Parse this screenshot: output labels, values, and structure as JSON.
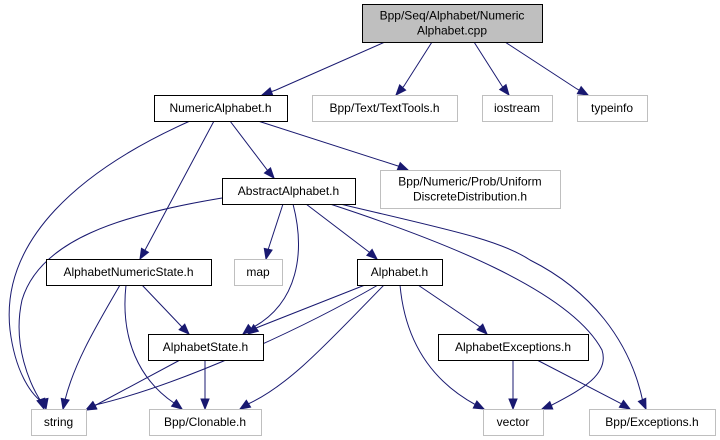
{
  "diagram": {
    "type": "include-dependency-graph",
    "colors": {
      "edge": "#191970",
      "main_node_fill": "#bfbfbf",
      "local_node_border": "#000000",
      "external_node_border": "#bfbfbf"
    },
    "nodes": [
      {
        "id": "main",
        "kind": "main",
        "lines": [
          "Bpp/Seq/Alphabet/Numeric",
          "Alphabet.cpp"
        ]
      },
      {
        "id": "numericalphabet",
        "kind": "local",
        "lines": [
          "NumericAlphabet.h"
        ]
      },
      {
        "id": "texttools",
        "kind": "external",
        "lines": [
          "Bpp/Text/TextTools.h"
        ]
      },
      {
        "id": "iostream",
        "kind": "external",
        "lines": [
          "iostream"
        ]
      },
      {
        "id": "typeinfo",
        "kind": "external",
        "lines": [
          "typeinfo"
        ]
      },
      {
        "id": "abstractalphabet",
        "kind": "local",
        "lines": [
          "AbstractAlphabet.h"
        ]
      },
      {
        "id": "uniform",
        "kind": "external",
        "lines": [
          "Bpp/Numeric/Prob/Uniform",
          "DiscreteDistribution.h"
        ]
      },
      {
        "id": "alphabetnumericstate",
        "kind": "local",
        "lines": [
          "AlphabetNumericState.h"
        ]
      },
      {
        "id": "map",
        "kind": "external",
        "lines": [
          "map"
        ]
      },
      {
        "id": "alphabet",
        "kind": "local",
        "lines": [
          "Alphabet.h"
        ]
      },
      {
        "id": "alphabetstate",
        "kind": "local",
        "lines": [
          "AlphabetState.h"
        ]
      },
      {
        "id": "alphabetexceptions",
        "kind": "local",
        "lines": [
          "AlphabetExceptions.h"
        ]
      },
      {
        "id": "string",
        "kind": "external",
        "lines": [
          "string"
        ]
      },
      {
        "id": "clonable",
        "kind": "external",
        "lines": [
          "Bpp/Clonable.h"
        ]
      },
      {
        "id": "vector",
        "kind": "external",
        "lines": [
          "vector"
        ]
      },
      {
        "id": "exceptions",
        "kind": "external",
        "lines": [
          "Bpp/Exceptions.h"
        ]
      }
    ],
    "edges": [
      {
        "from": "main",
        "to": "numericalphabet"
      },
      {
        "from": "main",
        "to": "texttools"
      },
      {
        "from": "main",
        "to": "iostream"
      },
      {
        "from": "main",
        "to": "typeinfo"
      },
      {
        "from": "numericalphabet",
        "to": "string"
      },
      {
        "from": "numericalphabet",
        "to": "alphabetnumericstate"
      },
      {
        "from": "numericalphabet",
        "to": "abstractalphabet"
      },
      {
        "from": "numericalphabet",
        "to": "uniform"
      },
      {
        "from": "abstractalphabet",
        "to": "string"
      },
      {
        "from": "abstractalphabet",
        "to": "map"
      },
      {
        "from": "abstractalphabet",
        "to": "alphabetstate"
      },
      {
        "from": "abstractalphabet",
        "to": "alphabet"
      },
      {
        "from": "abstractalphabet",
        "to": "vector"
      },
      {
        "from": "abstractalphabet",
        "to": "exceptions"
      },
      {
        "from": "alphabetnumericstate",
        "to": "string"
      },
      {
        "from": "alphabetnumericstate",
        "to": "clonable"
      },
      {
        "from": "alphabetnumericstate",
        "to": "alphabetstate"
      },
      {
        "from": "alphabet",
        "to": "alphabetstate"
      },
      {
        "from": "alphabet",
        "to": "string"
      },
      {
        "from": "alphabet",
        "to": "clonable"
      },
      {
        "from": "alphabet",
        "to": "vector"
      },
      {
        "from": "alphabet",
        "to": "alphabetexceptions"
      },
      {
        "from": "alphabetstate",
        "to": "string"
      },
      {
        "from": "alphabetstate",
        "to": "clonable"
      },
      {
        "from": "alphabetexceptions",
        "to": "vector"
      },
      {
        "from": "alphabetexceptions",
        "to": "exceptions"
      }
    ]
  }
}
